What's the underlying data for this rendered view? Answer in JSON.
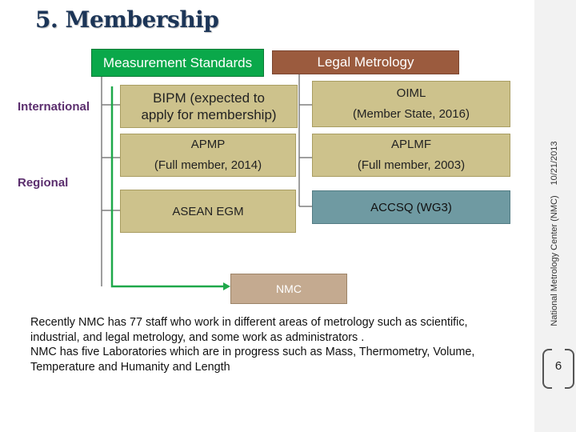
{
  "slide": {
    "title": "5. Membership",
    "page_number": "6",
    "sidebar_org": "National Metrology Center (NMC)",
    "sidebar_date": "10/21/2013"
  },
  "headers": {
    "measurement_standards": "Measurement Standards",
    "legal_metrology": "Legal Metrology"
  },
  "row_labels": {
    "international": "International",
    "regional": "Regional"
  },
  "boxes": {
    "bipm_line1": "BIPM (expected to",
    "bipm_line2": "apply for membership)",
    "oiml_line1": "OIML",
    "oiml_line2": "(Member State, 2016)",
    "apmp_line1": "APMP",
    "apmp_line2": "(Full member, 2014)",
    "aplmf_line1": "APLMF",
    "aplmf_line2": "(Full member, 2003)",
    "asean_egm": "ASEAN EGM",
    "accsq": "ACCSQ (WG3)",
    "nmc": "NMC"
  },
  "body_text": {
    "line1": "Recently NMC has 77 staff who work in different areas of metrology such as scientific,",
    "line2": "industrial, and legal metrology, and some work as administrators .",
    "line3": "NMC has five Laboratories which are in progress such as  Mass, Thermometry, Volume,",
    "line4": "Temperature and Humanity and Length"
  },
  "colors": {
    "title": "#1c3557",
    "measurement_header": "#0aa84a",
    "legal_header": "#9b5b3e",
    "org_box": "#cdc28c",
    "regional_box": "#6f9aa2",
    "nmc_box": "#c4aa90",
    "row_label": "#5b2e6e",
    "connector": "#7f7f7f",
    "nmc_arrow": "#1fa84a"
  }
}
